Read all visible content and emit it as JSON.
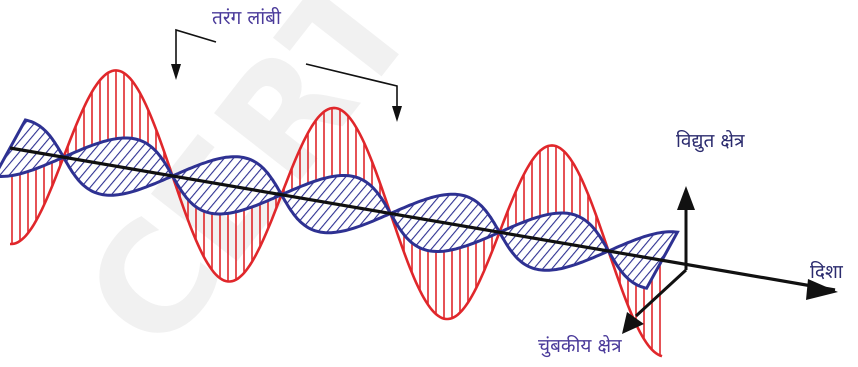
{
  "labels": {
    "wavelength": "तरंग लांबी",
    "electric_field": "विद्युत क्षेत्र",
    "direction": "दिशा",
    "magnetic_field": "चुंबकीय क्षेत्र"
  },
  "colors": {
    "electric_wave": "#e0272b",
    "magnetic_wave": "#2e3192",
    "axis": "#111111",
    "label_text": "#4a3a9a"
  },
  "watermark_text": "CERT"
}
